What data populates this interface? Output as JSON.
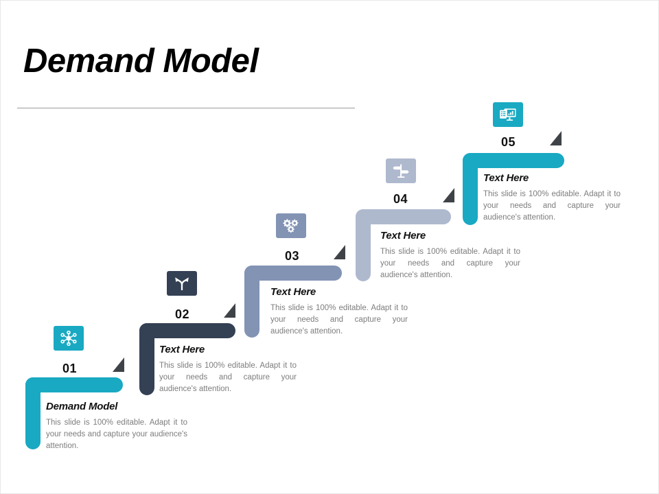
{
  "slide": {
    "title": "Demand Model",
    "background_color": "#ffffff",
    "divider_color": "#9a9a9a"
  },
  "palette": {
    "cyan": "#19a9c2",
    "navy": "#344054",
    "slate": "#8293b4",
    "light_slate": "#aeb9ce",
    "triangle": "#3f4348",
    "heading_text": "#111111",
    "body_text": "#7d7d7d"
  },
  "steps": [
    {
      "number": "01",
      "heading": "Demand Model",
      "body": "This slide is 100% editable. Adapt it to your needs and capture your audience's attention.",
      "icon": "network-hub-icon",
      "icon_color": "#19a9c2",
      "bracket_color": "#19a9c2"
    },
    {
      "number": "02",
      "heading": "Text Here",
      "body": "This slide is 100% editable. Adapt it to your needs and capture your audience's attention.",
      "icon": "diverging-arrows-icon",
      "icon_color": "#344054",
      "bracket_color": "#344054"
    },
    {
      "number": "03",
      "heading": "Text Here",
      "body": "This slide is 100% editable. Adapt it to your needs and capture your audience's attention.",
      "icon": "gears-icon",
      "icon_color": "#8293b4",
      "bracket_color": "#8293b4"
    },
    {
      "number": "04",
      "heading": "Text Here",
      "body": "This slide is 100% editable. Adapt it to your needs and capture your audience's attention.",
      "icon": "signpost-icon",
      "icon_color": "#aeb9ce",
      "bracket_color": "#aeb9ce"
    },
    {
      "number": "05",
      "heading": "Text Here",
      "body": "This slide is 100% editable. Adapt it to your needs and capture your audience's attention.",
      "icon": "monitor-presentation-icon",
      "icon_color": "#19a9c2",
      "bracket_color": "#19a9c2"
    }
  ]
}
